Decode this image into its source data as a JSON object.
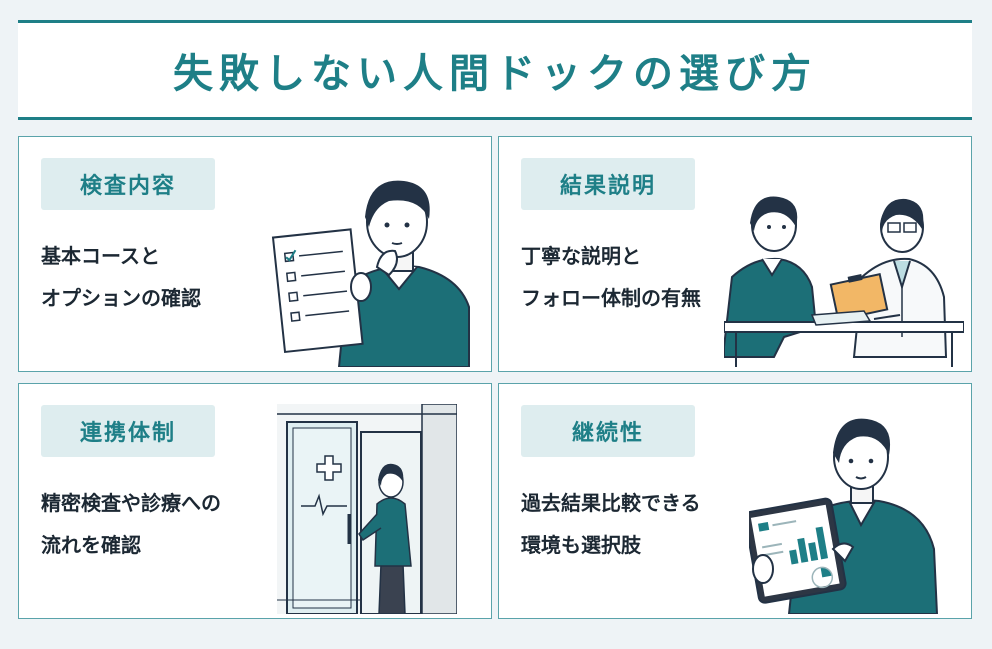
{
  "title": "失敗しない人間ドックの選び方",
  "colors": {
    "accent": "#1e7f87",
    "label_bg": "#deedef",
    "sweater": "#1c6f77",
    "hair": "#233245"
  },
  "cards": [
    {
      "label": "検査内容",
      "lines": [
        "基本コースと",
        "オプションの確認"
      ],
      "icon": "man-checklist-icon"
    },
    {
      "label": "結果説明",
      "lines": [
        "丁寧な説明と",
        "フォロー体制の有無"
      ],
      "icon": "doctor-consultation-icon"
    },
    {
      "label": "連携体制",
      "lines": [
        "精密検査や診療への",
        "流れを確認"
      ],
      "icon": "clinic-door-icon"
    },
    {
      "label": "継続性",
      "lines": [
        "過去結果比較できる",
        "環境も選択肢"
      ],
      "icon": "man-tablet-icon"
    }
  ]
}
